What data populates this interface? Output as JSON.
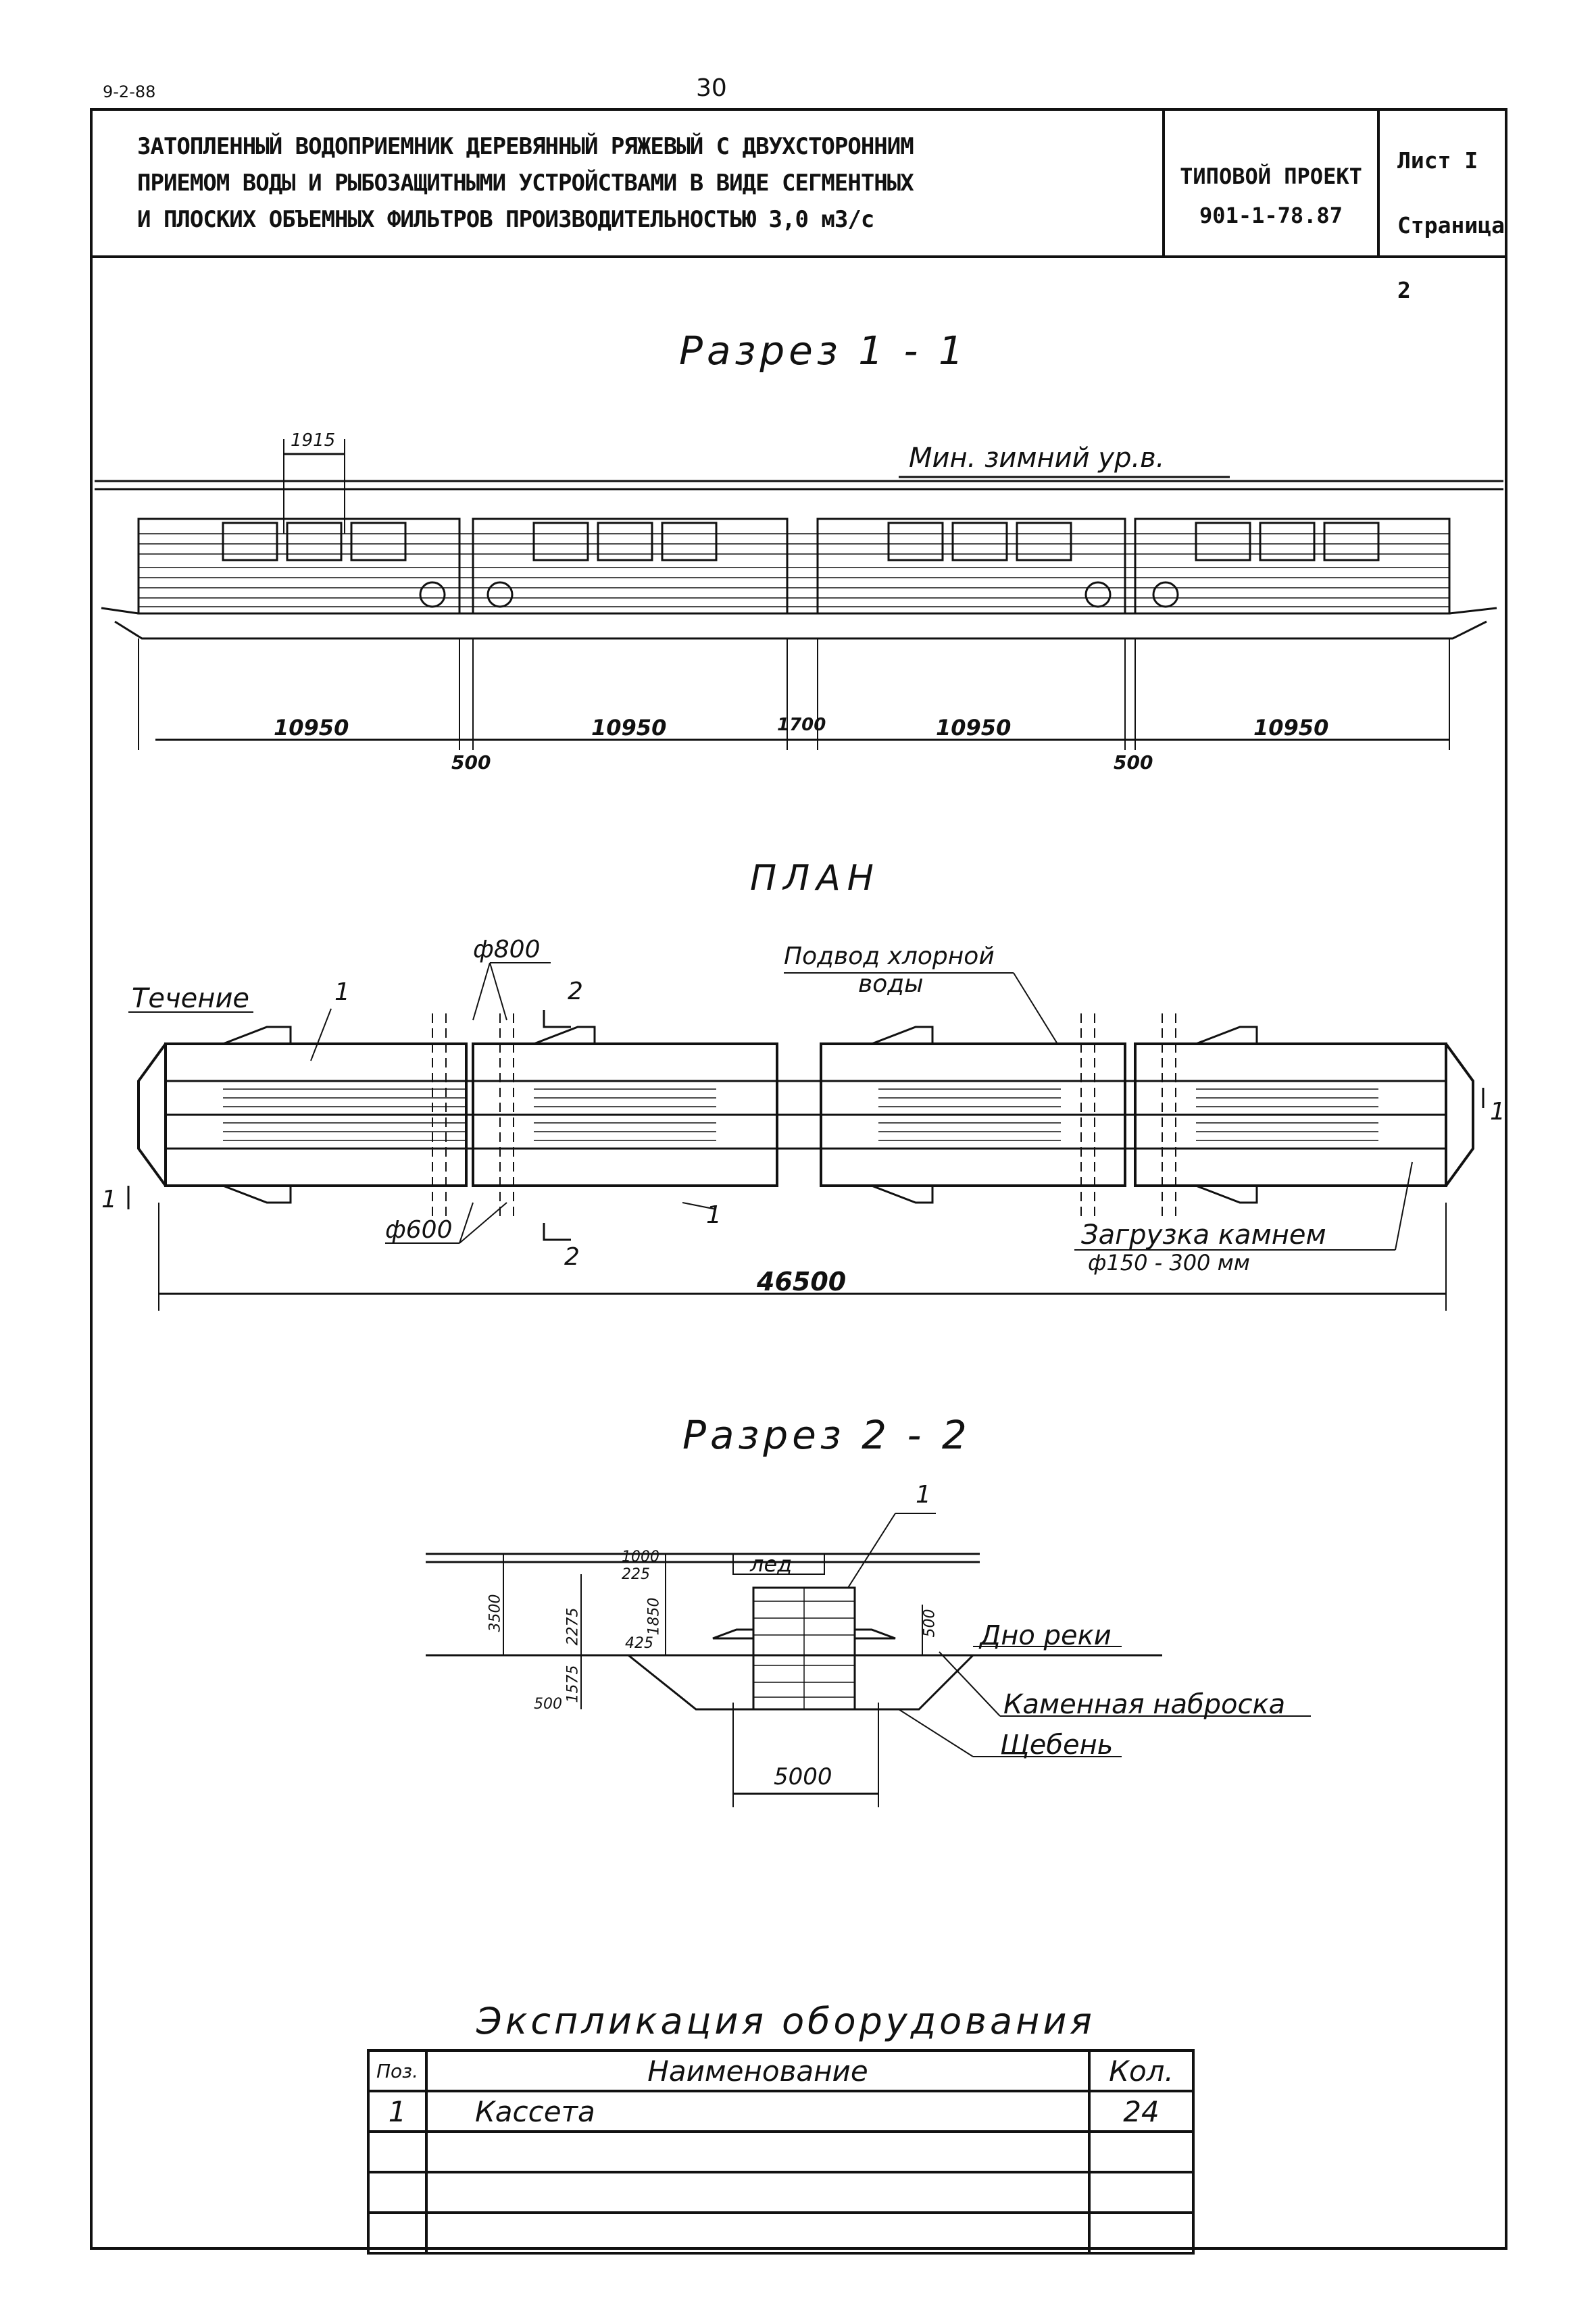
{
  "header": {
    "doc_code": "9-2-88",
    "page_number": "30"
  },
  "title_block": {
    "title_line1": "ЗАТОПЛЕННЫЙ ВОДОПРИЕМНИК ДЕРЕВЯННЫЙ РЯЖЕВЫЙ С ДВУХСТОРОННИМ",
    "title_line2": "ПРИЕМОМ ВОДЫ И РЫБОЗАЩИТНЫМИ УСТРОЙСТВАМИ В ВИДЕ СЕГМЕНТНЫХ",
    "title_line3": "И ПЛОСКИХ ОБЪЕМНЫХ ФИЛЬТРОВ ПРОИЗВОДИТЕЛЬНОСТЬЮ 3,0 м3/с",
    "project_label": "ТИПОВОЙ ПРОЕКТ",
    "project_code": "901-1-78.87",
    "sheet": "Лист I",
    "page": "Страница 2"
  },
  "section_1_1": {
    "title": "Разрез 1 - 1",
    "water_level_label": "Мин. зимний ур.в.",
    "dim_top": "1915",
    "dims": [
      "10950",
      "10950",
      "1700",
      "10950",
      "10950"
    ],
    "dims_gap": [
      "500",
      "500"
    ]
  },
  "plan": {
    "title": "ПЛАН",
    "flow_label": "Течение",
    "chlorine_label_1": "Подвод хлорной",
    "chlorine_label_2": "воды",
    "pipe_top": "ф800",
    "pipe_bottom": "ф600",
    "stone_label_1": "Загрузка камнем",
    "stone_label_2": "ф150 - 300 мм",
    "total_length": "46500",
    "marker_1": "1",
    "marker_2": "2",
    "section_mark_1": "1",
    "section_mark_2": "2"
  },
  "section_2_2": {
    "title": "Разрез 2 - 2",
    "ice_label": "лед",
    "riverbed_label": "Дно реки",
    "riprap_label": "Каменная наброска",
    "gravel_label": "Щебень",
    "marker": "1",
    "dim_3500": "3500",
    "dim_1000": "1000",
    "dim_225": "225",
    "dim_2275": "2275",
    "dim_1850": "1850",
    "dim_425": "425",
    "dim_500_right": "500",
    "dim_1575": "1575",
    "dim_500_left": "500",
    "dim_5000": "5000"
  },
  "explication": {
    "title": "Экспликация оборудования",
    "columns": [
      "Поз.",
      "Наименование",
      "Кол."
    ],
    "rows": [
      {
        "pos": "1",
        "name": "Кассета",
        "qty": "24"
      }
    ]
  }
}
